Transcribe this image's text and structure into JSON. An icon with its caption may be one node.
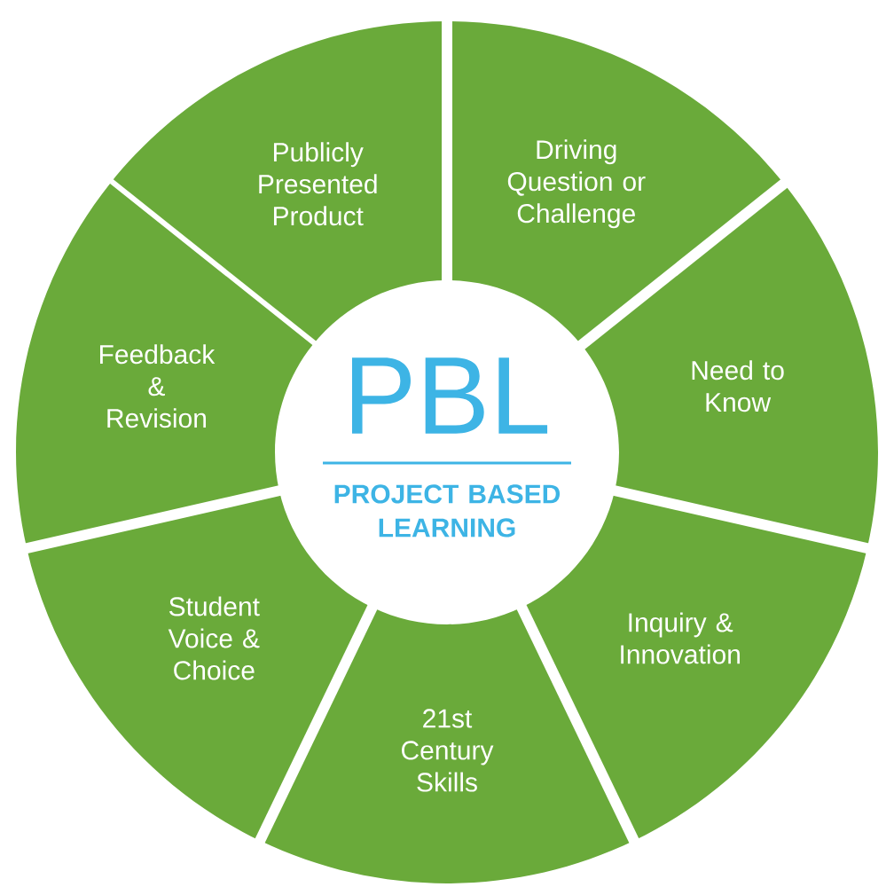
{
  "diagram": {
    "nodes": [
      {
        "text": [
          "PBL",
          "PROJECT BASED LEARNING"
        ]
      },
      {
        "text": [
          "Publicly Presented Product"
        ]
      },
      {
        "text": [
          "Driving Question or Challenge"
        ]
      },
      {
        "text": [
          "Need to Know"
        ]
      },
      {
        "text": [
          "Inquiry & Innovation"
        ]
      },
      {
        "text": [
          "21st Century Skills"
        ]
      },
      {
        "text": [
          "Student Voice & Choice"
        ]
      },
      {
        "text": [
          "Feedback & Revision"
        ]
      }
    ]
  }
}
